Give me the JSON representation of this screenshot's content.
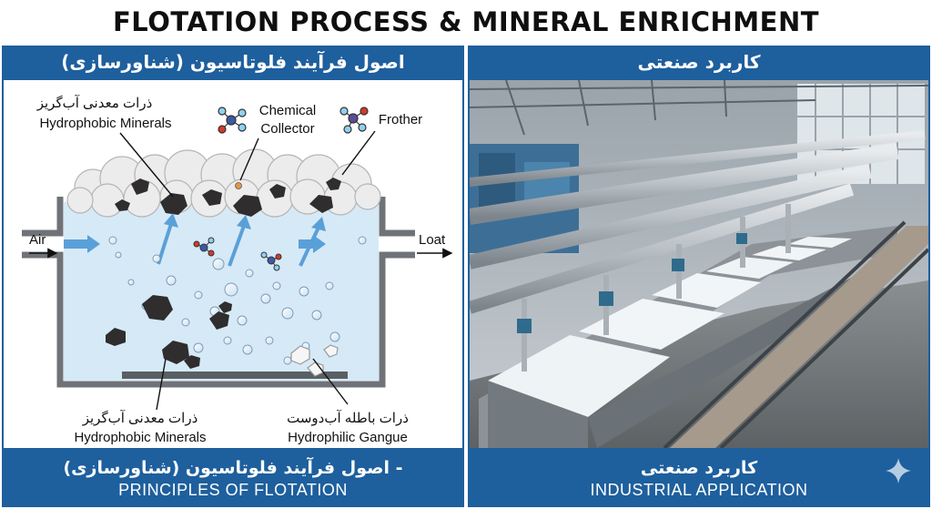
{
  "title": "FLOTATION PROCESS & MINERAL ENRICHMENT",
  "left_header": "اصول فرآیند فلوتاسیون (شناورسازی)",
  "right_header": "کاربرد صنعتی",
  "diagram": {
    "labels": {
      "top_minerals_fa": "ذرات معدنی آب‌گریز",
      "top_minerals_en": "Hydrophobic Minerals",
      "collector_1": "Chemical",
      "collector_2": "Collector",
      "frother": "Frother",
      "air": "Air",
      "loat": "Loat",
      "bottom_minerals_fa": "ذرات معدنی آب‌گریز",
      "bottom_minerals_en": "Hydrophobic Minerals",
      "gangue_fa": "ذرات باطله آب‌دوست",
      "gangue_en": "Hydrophilic Gangue"
    }
  },
  "footer": {
    "left_fa": "اصول فرآیند فلوتاسیون (شناورسازی) -",
    "left_en": "PRINCIPLES OF FLOTATION",
    "right_fa": "کاربرد صنعتی",
    "right_en": "INDUSTRIAL APPLICATION"
  },
  "colors": {
    "band": "#1e5f9d",
    "water": "#d6e9f7",
    "particle": "#2f2d2d",
    "froth": "#e9e9e9"
  },
  "icons": [
    "sparkle-icon"
  ]
}
